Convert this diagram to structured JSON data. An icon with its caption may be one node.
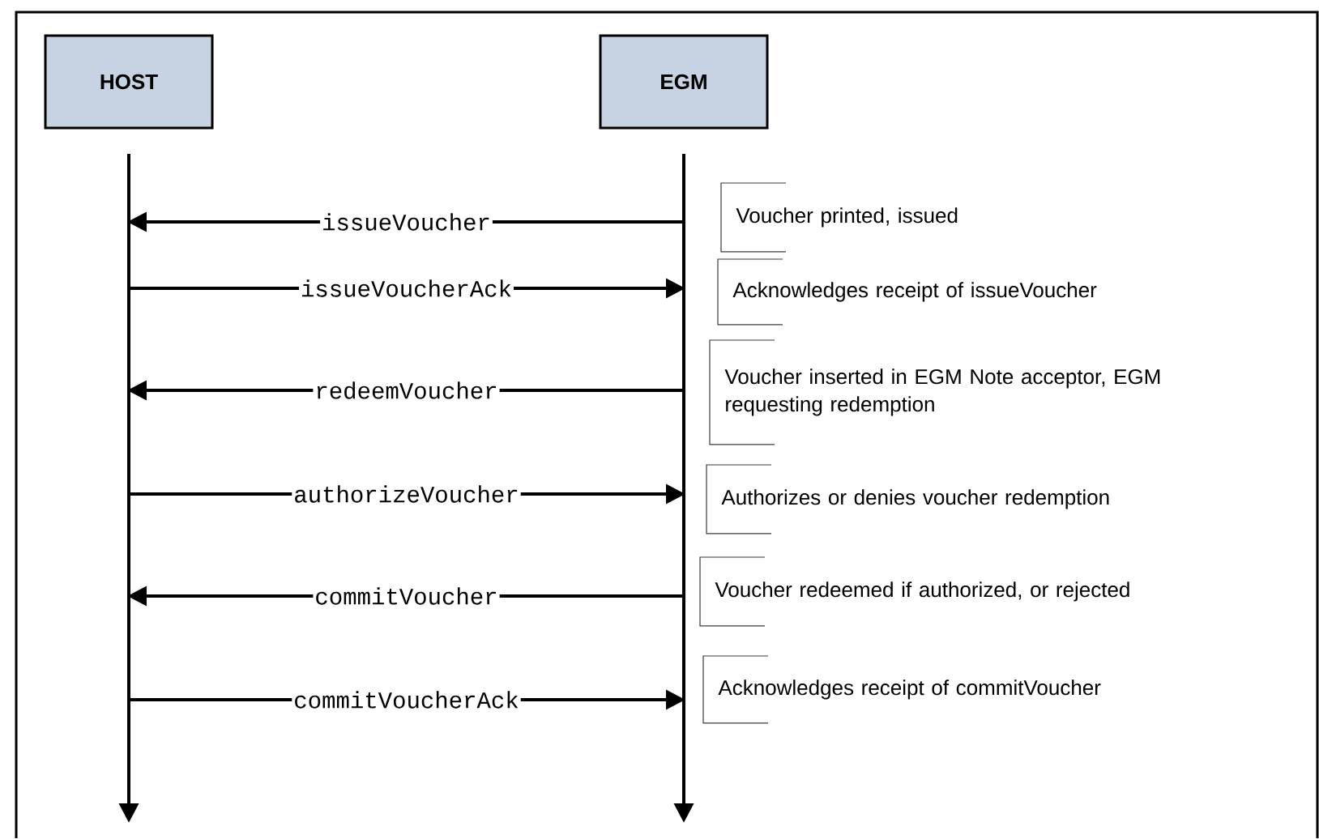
{
  "diagram": {
    "nodes": [
      {
        "text": [
          "HOST"
        ]
      },
      {
        "text": [
          "EGM"
        ]
      },
      {
        "text": [
          "Voucher printed, issued"
        ]
      },
      {
        "text": [
          "Acknowledges receipt of issueVoucher"
        ]
      },
      {
        "text": [
          "Voucher inserted in EGM Note acceptor, EGM requesting redemption"
        ]
      },
      {
        "text": [
          "Authorizes or denies voucher redemption"
        ]
      },
      {
        "text": [
          "Voucher redeemed if authorized, or rejected"
        ]
      },
      {
        "text": [
          "Acknowledges receipt of commitVoucher"
        ]
      }
    ],
    "edges": [
      {
        "from": 1,
        "to": 0,
        "arrow": "to",
        "label": "issueVoucher"
      },
      {
        "from": 0,
        "to": 1,
        "arrow": "to",
        "label": "issueVoucherAck"
      },
      {
        "from": 1,
        "to": 0,
        "arrow": "to",
        "label": "redeemVoucher"
      },
      {
        "from": 0,
        "to": 1,
        "arrow": "to",
        "label": "authorizeVoucher"
      },
      {
        "from": 1,
        "to": 0,
        "arrow": "to",
        "label": "commitVoucher"
      },
      {
        "from": 0,
        "to": 1,
        "arrow": "to",
        "label": "commitVoucherAck"
      }
    ]
  }
}
